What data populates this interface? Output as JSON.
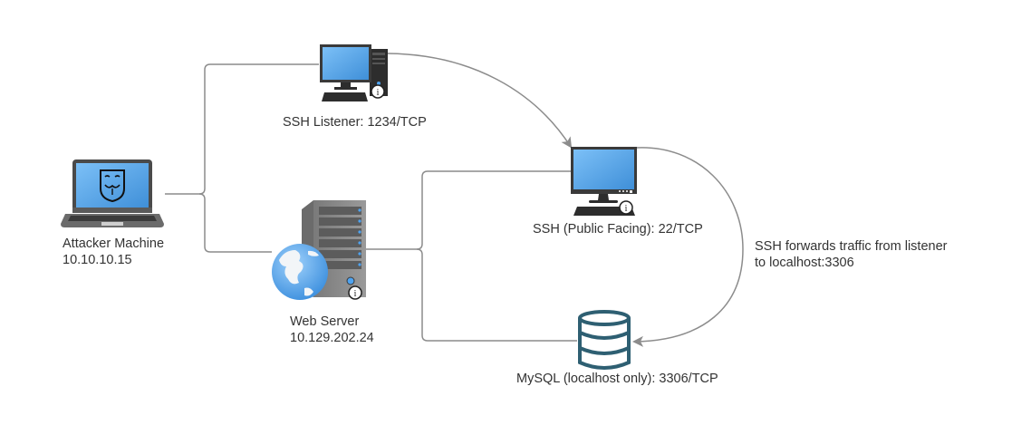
{
  "diagram": {
    "title": "SSH remote port forwarding topology",
    "nodes": {
      "attacker": {
        "icon": "laptop-icon",
        "overlay_icon": "anonymous-mask-icon",
        "name": "Attacker Machine",
        "ip": "10.10.10.15"
      },
      "ssh_listener": {
        "icon": "desktop-tower-icon",
        "label": "SSH Listener: 1234/TCP"
      },
      "web_server": {
        "icon": "web-server-icon",
        "overlay_icon": "globe-icon",
        "name": "Web Server",
        "ip": "10.129.202.24"
      },
      "ssh_public": {
        "icon": "desktop-monitor-icon",
        "label": "SSH (Public Facing): 22/TCP"
      },
      "mysql": {
        "icon": "database-icon",
        "label": "MySQL (localhost only): 3306/TCP"
      }
    },
    "edges": [
      {
        "from": "attacker",
        "to": "ssh_listener",
        "style": "orthogonal",
        "arrow": false
      },
      {
        "from": "attacker",
        "to": "web_server",
        "style": "orthogonal",
        "arrow": false
      },
      {
        "from": "web_server",
        "to": "ssh_public",
        "style": "orthogonal",
        "arrow": false
      },
      {
        "from": "web_server",
        "to": "mysql",
        "style": "orthogonal",
        "arrow": false
      },
      {
        "from": "ssh_listener",
        "to": "ssh_public",
        "style": "curved",
        "arrow": true
      },
      {
        "from": "ssh_public",
        "to": "mysql",
        "style": "curved",
        "arrow": true
      }
    ],
    "annotation": {
      "line1": "SSH forwards traffic from listener",
      "line2": "to localhost:3306"
    },
    "colors": {
      "connector": "#8c8c8c",
      "arrowhead": "#8c8c8c",
      "screen_blue": "#5aa9f0",
      "database_teal": "#2e5f72",
      "text": "#333333"
    }
  }
}
